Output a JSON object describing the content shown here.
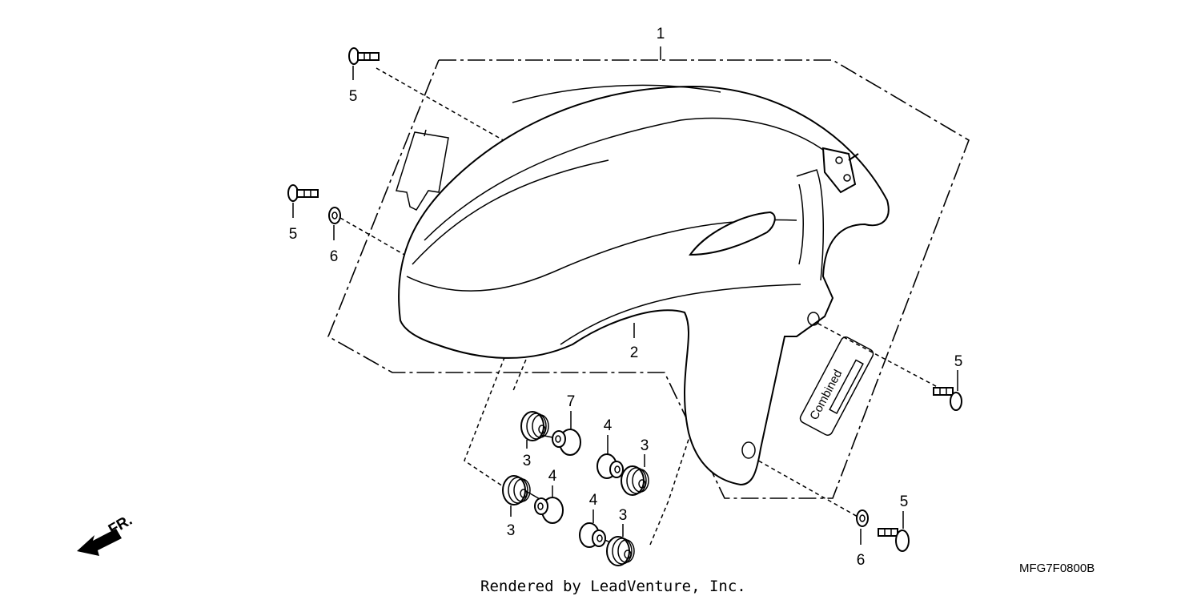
{
  "diagram": {
    "callouts": {
      "c1": "1",
      "c2": "2",
      "c3a": "3",
      "c3b": "3",
      "c3c": "3",
      "c3d": "3",
      "c4a": "4",
      "c4b": "4",
      "c4c": "4",
      "c5a": "5",
      "c5b": "5",
      "c5c": "5",
      "c5d": "5",
      "c6a": "6",
      "c6b": "6",
      "c7": "7"
    },
    "direction_label": "FR.",
    "decal_text": "Combined",
    "diagram_code": "MFG7F0800B",
    "credit": "Rendered by LeadVenture, Inc."
  }
}
